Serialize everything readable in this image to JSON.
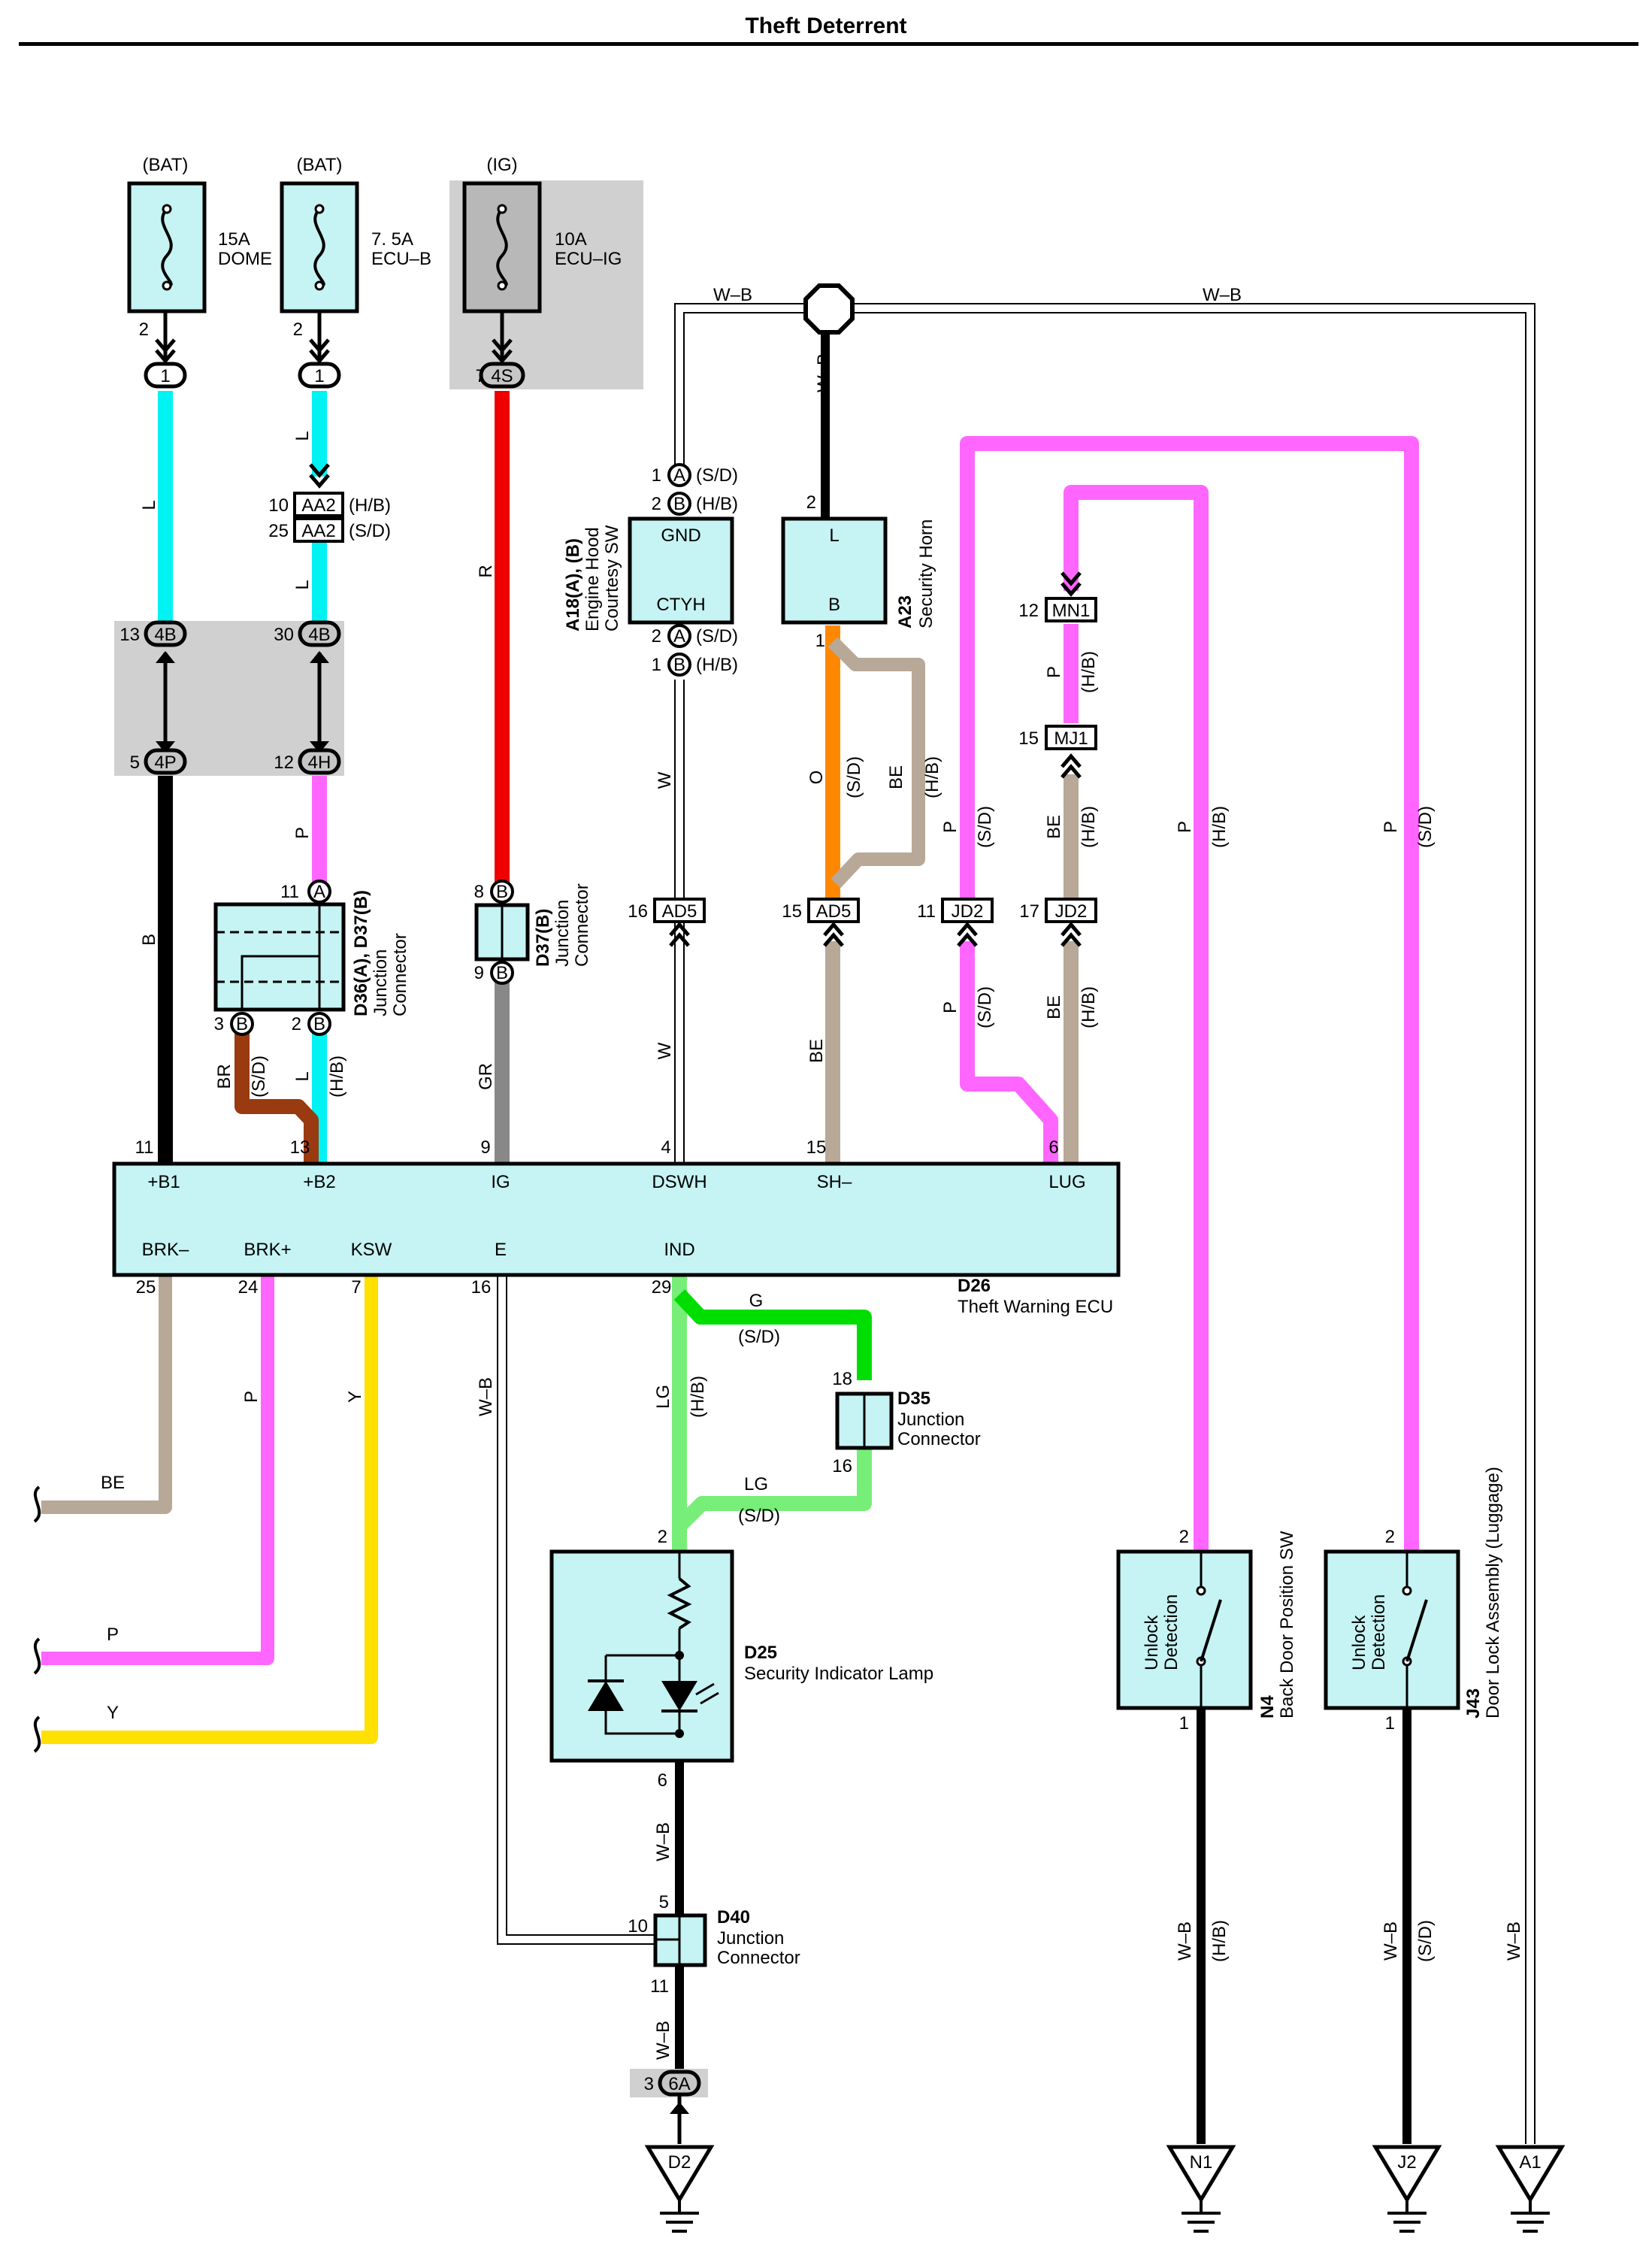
{
  "title": "Theft Deterrent",
  "fuses": [
    {
      "source": "(BAT)",
      "rating": "15A",
      "name": "DOME",
      "pin": "2",
      "conn": "1"
    },
    {
      "source": "(BAT)",
      "rating": "7. 5A",
      "name": "ECU–B",
      "pin": "2",
      "conn": "1"
    },
    {
      "source": "(IG)",
      "rating": "10A",
      "name": "ECU–IG",
      "pin": "7",
      "conn": "4S"
    }
  ],
  "connectors": {
    "aa2_top": {
      "pin": "10",
      "code": "AA2",
      "variant": "(H/B)"
    },
    "aa2_bottom": {
      "pin": "25",
      "code": "AA2",
      "variant": "(S/D)"
    },
    "c4b_1": {
      "pin": "13",
      "code": "4B"
    },
    "c4b_2": {
      "pin": "30",
      "code": "4B"
    },
    "c4p": {
      "pin": "5",
      "code": "4P"
    },
    "c4h": {
      "pin": "12",
      "code": "4H"
    },
    "ad5_1": {
      "pin": "16",
      "code": "AD5"
    },
    "ad5_2": {
      "pin": "15",
      "code": "AD5"
    },
    "jd2_1": {
      "pin": "11",
      "code": "JD2"
    },
    "jd2_2": {
      "pin": "17",
      "code": "JD2"
    },
    "mn1": {
      "pin": "12",
      "code": "MN1"
    },
    "mj1": {
      "pin": "15",
      "code": "MJ1"
    },
    "c6a": {
      "pin": "3",
      "code": "6A"
    }
  },
  "wires": {
    "l": "L",
    "r": "R",
    "p": "P",
    "b": "B",
    "w": "W",
    "o": "O",
    "be": "BE",
    "wb": "W–B",
    "br": "BR",
    "gr": "GR",
    "y": "Y",
    "g": "G",
    "lg": "LG",
    "sd": "(S/D)",
    "hb": "(H/B)"
  },
  "hood_sw": {
    "id": "A18(A), (B)",
    "name_1": "Engine Hood",
    "name_2": "Courtesy SW",
    "gnd": "GND",
    "ctyh": "CTYH",
    "pin_a1": "1",
    "pin_b2": "2",
    "pin_a2": "2",
    "pin_b1": "1",
    "a": "A",
    "b": "B",
    "sd": "(S/D)",
    "hb": "(H/B)"
  },
  "horn": {
    "id": "A23",
    "name": "Security Horn",
    "l": "L",
    "b": "B",
    "pin_top": "2",
    "pin_bottom": "1"
  },
  "d36": {
    "id": "D36(A), D37(B)",
    "name_1": "Junction",
    "name_2": "Connector",
    "pin_a": "11",
    "pin_b1": "3",
    "pin_b2": "2",
    "a": "A",
    "b": "B"
  },
  "d37": {
    "id": "D37(B)",
    "name_1": "Junction",
    "name_2": "Connector",
    "pin_top": "8",
    "pin_bottom": "9",
    "b": "B"
  },
  "ecu": {
    "id": "D26",
    "name": "Theft Warning ECU",
    "top_pins": [
      {
        "num": "11",
        "label": "+B1"
      },
      {
        "num": "13",
        "label": "+B2"
      },
      {
        "num": "9",
        "label": "IG"
      },
      {
        "num": "4",
        "label": "DSWH"
      },
      {
        "num": "15",
        "label": "SH–"
      },
      {
        "num": "6",
        "label": "LUG"
      }
    ],
    "bottom_pins": [
      {
        "num": "25",
        "label": "BRK–"
      },
      {
        "num": "24",
        "label": "BRK+"
      },
      {
        "num": "7",
        "label": "KSW"
      },
      {
        "num": "16",
        "label": "E"
      },
      {
        "num": "29",
        "label": "IND"
      }
    ]
  },
  "d35": {
    "id": "D35",
    "name_1": "Junction",
    "name_2": "Connector",
    "pin_top": "18",
    "pin_bottom": "16"
  },
  "d25": {
    "id": "D25",
    "name": "Security Indicator Lamp",
    "pin_top": "2",
    "pin_bottom": "6"
  },
  "d40": {
    "id": "D40",
    "name_1": "Junction",
    "name_2": "Connector",
    "pin_top": "5",
    "pin_left": "10",
    "pin_bottom": "11"
  },
  "n4": {
    "id": "N4",
    "name": "Back Door Position SW",
    "inner_1": "Unlock",
    "inner_2": "Detection",
    "pin_top": "2",
    "pin_bottom": "1"
  },
  "j43": {
    "id": "J43",
    "name": "Door Lock Assembly (Luggage)",
    "inner_1": "Unlock",
    "inner_2": "Detection",
    "pin_top": "2",
    "pin_bottom": "1"
  },
  "grounds": [
    "D2",
    "N1",
    "J2",
    "A1"
  ],
  "colors": {
    "component_fill": "#c6f3f3",
    "ground_box": "#d0d0d0",
    "fuse_grey": "#b8b8b8",
    "l": "#00f2f2",
    "r": "#ee0000",
    "b": "#000000",
    "p": "#ff66ff",
    "o": "#ff8800",
    "be": "#b8a898",
    "br": "#9a3a10",
    "gr": "#888888",
    "g": "#00dd00",
    "lg": "#77ee77",
    "y": "#ffe000"
  }
}
